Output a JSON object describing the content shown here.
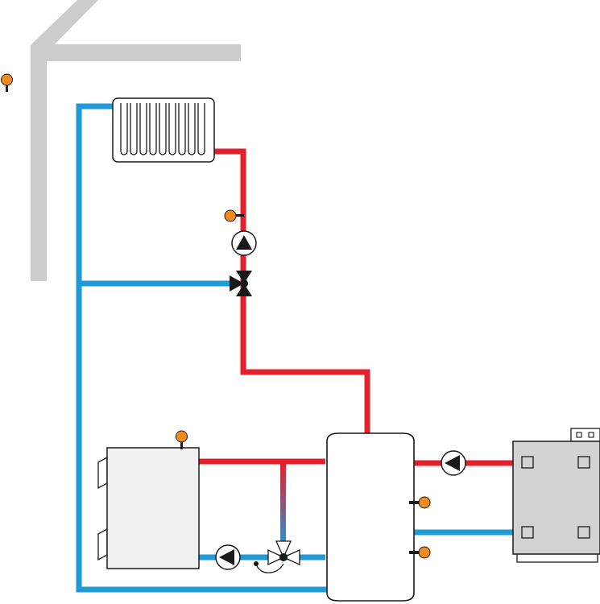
{
  "title": "",
  "colors": {
    "supply": "#e3202c",
    "return": "#1f9ad6",
    "building": "#cccccc",
    "sensor": "#f18a1f",
    "outline": "#1a1a1a",
    "boiler_fill": "#f1f1f1",
    "heatpump_fill": "#d2d2d2"
  },
  "components": [
    {
      "id": "building-wall",
      "icon": "building-wall-outline"
    },
    {
      "id": "outdoor-sensor",
      "icon": "temperature-sensor-icon"
    },
    {
      "id": "radiator",
      "icon": "radiator-icon"
    },
    {
      "id": "heating-circuit-sensor",
      "icon": "temperature-sensor-icon"
    },
    {
      "id": "heating-circuit-pump",
      "icon": "circulation-pump-icon"
    },
    {
      "id": "heating-mixing-valve",
      "icon": "three-way-mixing-valve-icon"
    },
    {
      "id": "solid-fuel-boiler",
      "icon": "boiler-icon"
    },
    {
      "id": "boiler-sensor",
      "icon": "temperature-sensor-icon"
    },
    {
      "id": "boiler-pump",
      "icon": "circulation-pump-icon"
    },
    {
      "id": "return-boost-valve",
      "icon": "thermostatic-mixing-valve-icon"
    },
    {
      "id": "buffer-tank",
      "icon": "buffer-storage-tank-icon"
    },
    {
      "id": "tank-sensor-upper",
      "icon": "temperature-sensor-icon"
    },
    {
      "id": "tank-sensor-lower",
      "icon": "temperature-sensor-icon"
    },
    {
      "id": "heat-pump-pump",
      "icon": "circulation-pump-icon"
    },
    {
      "id": "heat-pump",
      "icon": "heat-pump-unit-icon"
    }
  ]
}
